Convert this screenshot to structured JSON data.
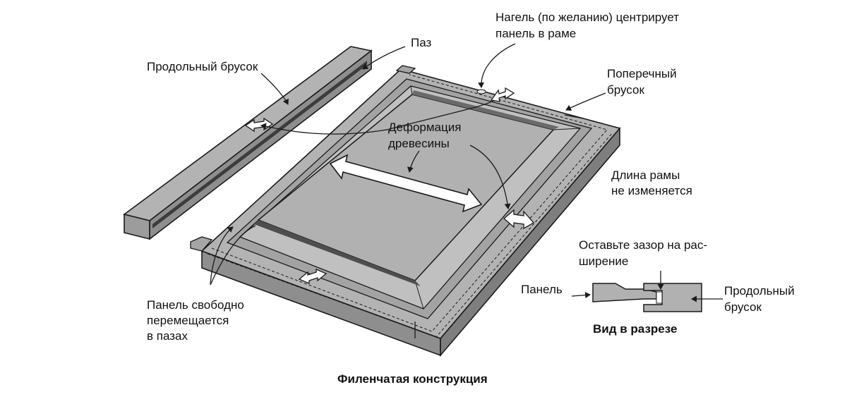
{
  "labels": {
    "groove": "Паз",
    "dowel_line1": "Нагель (по желанию) центрирует",
    "dowel_line2": "панель в раме",
    "stile_left": "Продольный брусок",
    "rail_line1": "Поперечный",
    "rail_line2": "брусок",
    "movement_line1": "Деформация",
    "movement_line2": "древесины",
    "frame_line1": "Длина рамы",
    "frame_line2": "не изменяется",
    "gap_line1": "Оставьте зазор на рас-",
    "gap_line2": "ширение",
    "panel": "Панель",
    "stile_section_line1": "Продольный",
    "stile_section_line2": "брусок",
    "section_title": "Вид в разрезе",
    "panel_free_line1": "Панель свободно",
    "panel_free_line2": "перемещается",
    "panel_free_line3": "в пазах",
    "figure_title": "Филенчатая конструкция"
  },
  "colors": {
    "wood_top": "#b3b3b3",
    "wood_side": "#8e8e8e",
    "wood_dark": "#5a5a5a",
    "groove": "#3c3c3c",
    "outline": "#1a1a1a",
    "arrow_fill": "#ffffff"
  }
}
